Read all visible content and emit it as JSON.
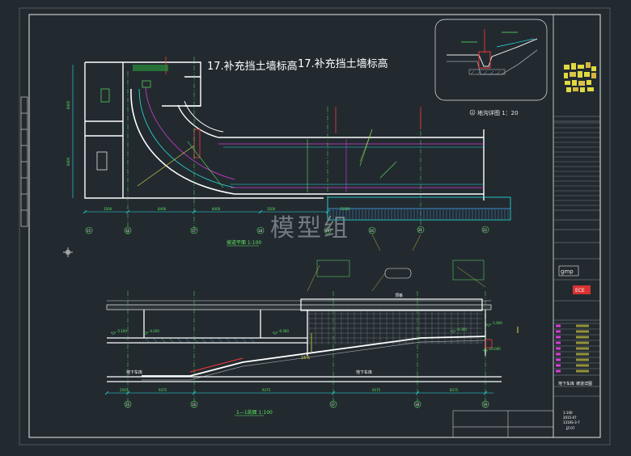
{
  "drawing": {
    "note_1": "17.补充挡土墙标高",
    "note_2": "17.补充挡土墙标高",
    "watermark": "模型组",
    "detail_title": "地沟详图 1：20",
    "detail_marker": "4",
    "plan_title": "坡道平面 1:100",
    "section_title": "1—1剖面 1:100",
    "plan_dims": [
      "3500",
      "8400",
      "8400",
      "3500",
      "35000"
    ],
    "section_dims": [
      "2567",
      "9375",
      "9375",
      "9375",
      "8375"
    ],
    "plan_vert_dims": [
      "8400",
      "8400"
    ],
    "plan_axis_left": [
      "15",
      "16",
      "17",
      "18",
      "19",
      "20"
    ],
    "plan_axis_right": [
      "21",
      "22"
    ],
    "section_axis": [
      "15",
      "16",
      "17",
      "18",
      "19"
    ],
    "section_labels": {
      "hall_left": "地下车库",
      "hall_right": "地下车库",
      "ramp_top": "顶板",
      "slope": "15%"
    },
    "level_marks": [
      "-5.100",
      "-4.200",
      "-0.300",
      "-4.300",
      "-1.600",
      "±0.000"
    ]
  },
  "title_block": {
    "logo": "gmp",
    "project_name": "地下车库",
    "sheet_title": "坡道详图",
    "scale": "1:100",
    "drawing_no": "1310S-3-7",
    "date": "2015-07",
    "sheet_code": "JZ-07"
  },
  "colors": {
    "background": "#222a30",
    "wall": "#ffffff",
    "slab": "#d8d8d8",
    "grid": "#5fe35f",
    "aux_cyan": "#27e3e3",
    "magenta": "#d63cd6",
    "yellow": "#e0d940",
    "red": "#ff3838",
    "frame": "#e8e8e8"
  }
}
